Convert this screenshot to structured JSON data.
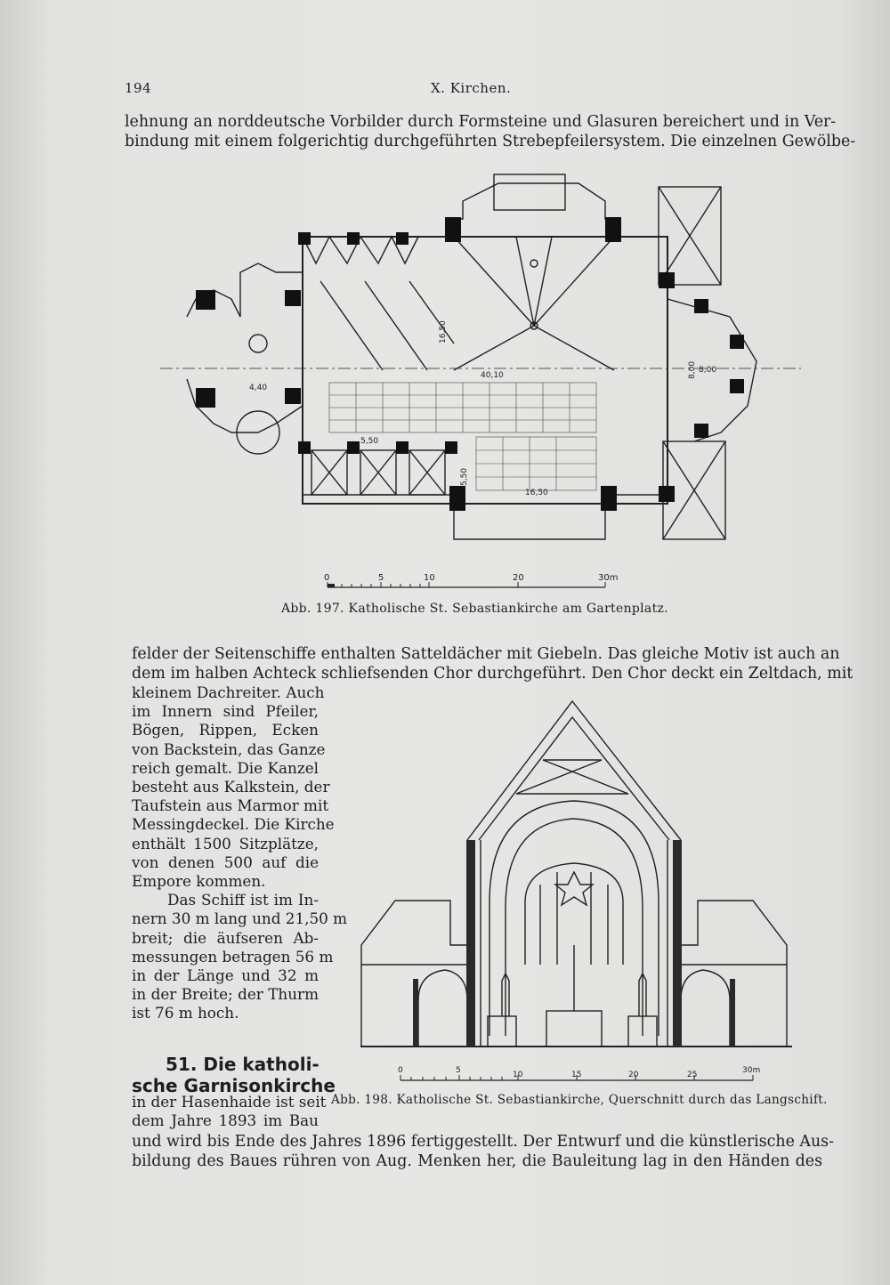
{
  "header": {
    "page_number": "194",
    "running_head": "X. Kirchen."
  },
  "top_paragraph": [
    "lehnung an norddeutsche Vorbilder durch Formsteine und Glasuren bereichert und in Ver-",
    "bindung mit einem folgerichtig durchgeführten Strebepfeilersystem.  Die einzelnen Gewölbe-"
  ],
  "figure_197": {
    "caption": "Abb. 197.  Katholische St. Sebastiankirche am Gartenplatz.",
    "dimensions": [
      "40,10",
      "16,50",
      "4,40",
      "5,50",
      "5,50",
      "16,50",
      "8,00",
      "8,00"
    ],
    "scale_labels": [
      "0",
      "5",
      "10",
      "20",
      "30m"
    ]
  },
  "middle_paragraph": [
    "felder der Seitenschiffe enthalten Satteldächer mit Giebeln.  Das gleiche Motiv ist auch an",
    "dem im halben Achteck schliefsenden Chor durchgeführt.  Den Chor deckt ein Zeltdach, mit"
  ],
  "narrow_column": [
    "kleinem Dachreiter.  Auch",
    "im Innern sind Pfeiler,",
    "Bögen, Rippen, Ecken",
    "von Backstein, das Ganze",
    "reich gemalt.  Die Kanzel",
    "besteht aus Kalkstein, der",
    "Taufstein aus Marmor mit",
    "Messingdeckel. Die Kirche",
    "enthält  1500  Sitzplätze,",
    "von denen 500 auf die",
    "Empore kommen.",
    "Das Schiff ist im In-",
    "nern 30 m lang und 21,50 m",
    "breit; die äufseren Ab-",
    "messungen betragen 56 m",
    "in der Länge und 32 m",
    "in der Breite; der Thurm",
    "ist 76 m hoch."
  ],
  "section_heading": [
    "51. Die katholi-",
    "sche Garnisonkirche"
  ],
  "section_lines": [
    "in der Hasenhaide ist seit",
    "dem Jahre 1893 im Bau"
  ],
  "figure_198": {
    "caption": "Abb. 198. Katholische St. Sebastiankirche, Querschnitt durch das Langschift.",
    "scale_labels": [
      "0",
      "5",
      "10",
      "15",
      "20",
      "25",
      "30m"
    ]
  },
  "bottom_paragraph": [
    "und wird bis Ende des Jahres 1896 fertiggestellt.  Der Entwurf und die künstlerische Aus-",
    "bildung des Baues rühren von Aug. Menken her, die Bauleitung lag in den Händen des"
  ]
}
